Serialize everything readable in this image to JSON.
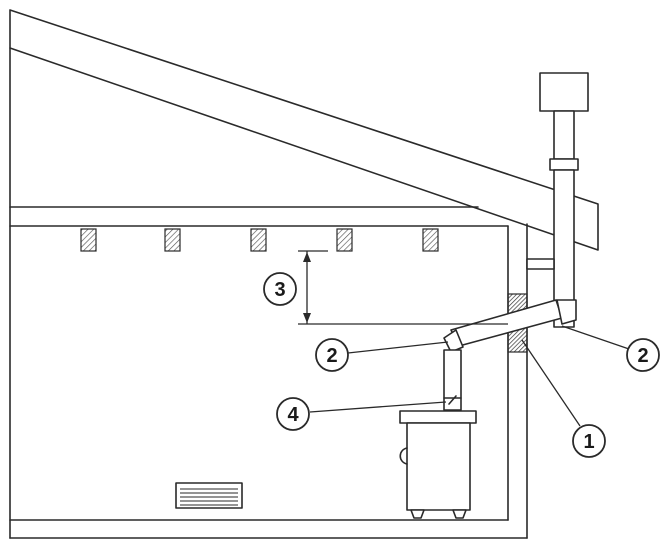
{
  "callouts": [
    {
      "id": "wall-sleeve",
      "label": "1"
    },
    {
      "id": "pipe-joint-inner",
      "label": "2"
    },
    {
      "id": "pipe-joint-outer",
      "label": "2"
    },
    {
      "id": "ceiling-clearance",
      "label": "3"
    },
    {
      "id": "damper",
      "label": "4"
    }
  ]
}
